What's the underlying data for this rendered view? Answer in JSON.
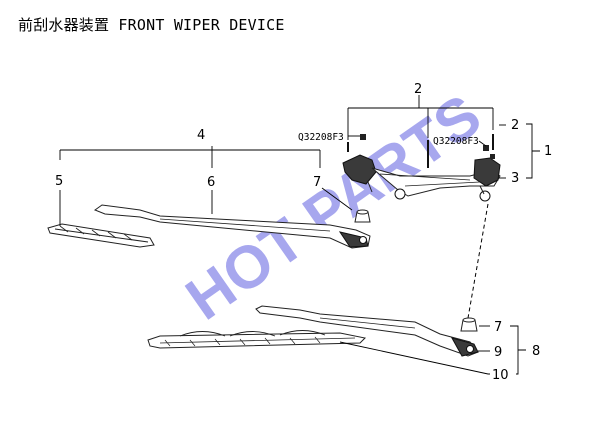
{
  "title": "前刮水器装置 FRONT WIPER DEVICE",
  "watermark": "HOT PARTS",
  "colors": {
    "watermark": "#8f8fea",
    "line": "#000000",
    "part_shade": "#3a3a3a"
  },
  "callouts": {
    "n1": "1",
    "n2_top": "2",
    "n2_right": "2",
    "n3": "3",
    "n4": "4",
    "n5": "5",
    "n6": "6",
    "n7_upper": "7",
    "n7_lower": "7",
    "n8": "8",
    "n9": "9",
    "n10": "10"
  },
  "codes": {
    "left": "Q32208F3",
    "right": "Q32208F3"
  }
}
